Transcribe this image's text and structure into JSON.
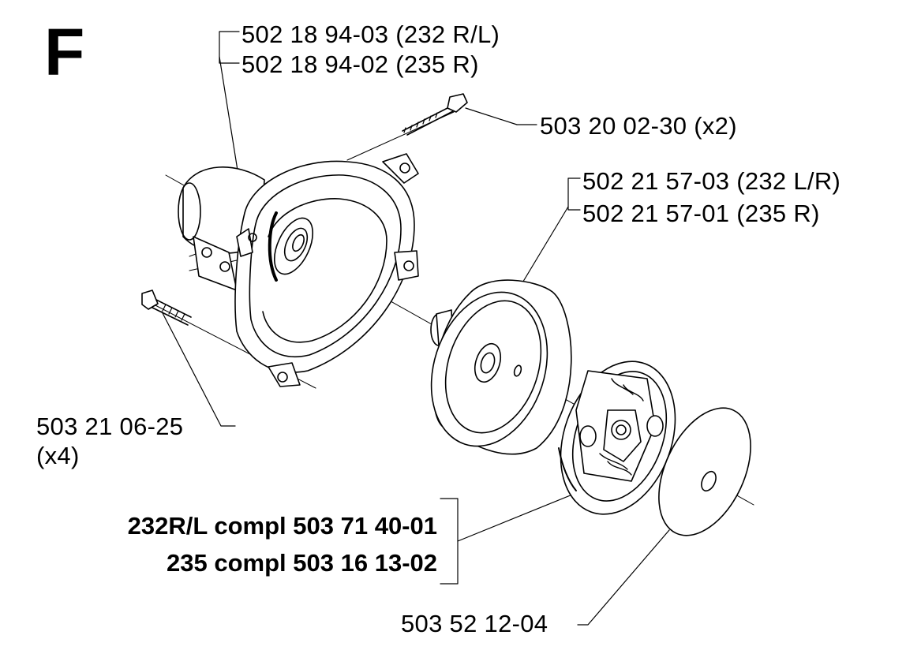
{
  "section_letter": "F",
  "callouts": {
    "housing_a": "502 18 94-03 (232 R/L)",
    "housing_b": "502 18 94-02 (235 R)",
    "screw_top": "503 20 02-30 (x2)",
    "drum_a": "502 21 57-03 (232 L/R)",
    "drum_b": "502 21 57-01 (235 R)",
    "screw_left": "503 21 06-25",
    "screw_left_qty": "(x4)",
    "clutch_a": "232R/L compl 503 71 40-01",
    "clutch_b": "235 compl 503 16 13-02",
    "washer": "503 52 12-04"
  }
}
